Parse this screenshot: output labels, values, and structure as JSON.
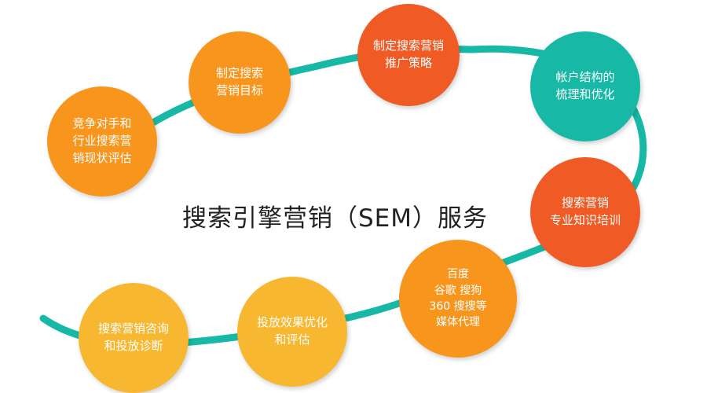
{
  "title": "搜索引擎营销（SEM）服务",
  "colors": {
    "connector": "#17b9a6",
    "orange": "#f8951d",
    "red_orange": "#f05a24",
    "teal": "#17b9a6",
    "yellow": "#f7b731"
  },
  "steps": [
    {
      "label": "竞争对手和\n行业搜索营\n销现状评估",
      "color": "orange"
    },
    {
      "label": "制定搜索\n营销目标",
      "color": "orange"
    },
    {
      "label": "制定搜索营销\n推广策略",
      "color": "red_orange"
    },
    {
      "label": "帐户结构的\n梳理和优化",
      "color": "teal"
    },
    {
      "label": "搜索营销\n专业知识培训",
      "color": "red_orange"
    },
    {
      "label": "百度\n谷歌 搜狗\n360 搜搜等\n媒体代理",
      "color": "orange"
    },
    {
      "label": "投放效果优化\n和评估",
      "color": "yellow"
    },
    {
      "label": "搜索营销咨询\n和投放诊断",
      "color": "yellow"
    }
  ]
}
